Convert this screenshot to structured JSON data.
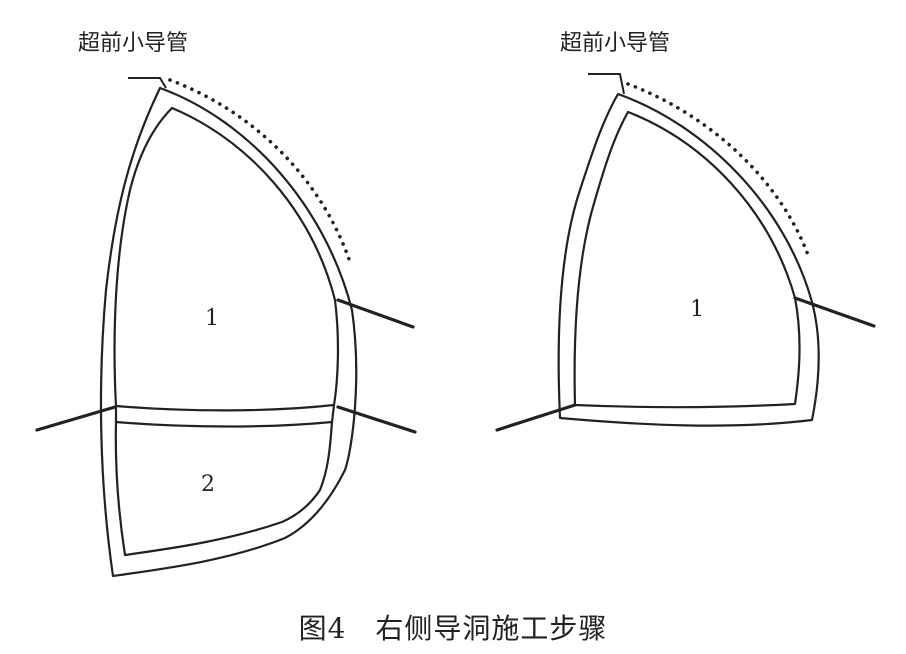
{
  "caption": "图4　右侧导洞施工步骤",
  "left_diagram": {
    "pipe_label": "超前小导管",
    "section_1": "1",
    "section_2": "2"
  },
  "right_diagram": {
    "pipe_label": "超前小导管",
    "section_1": "1"
  }
}
